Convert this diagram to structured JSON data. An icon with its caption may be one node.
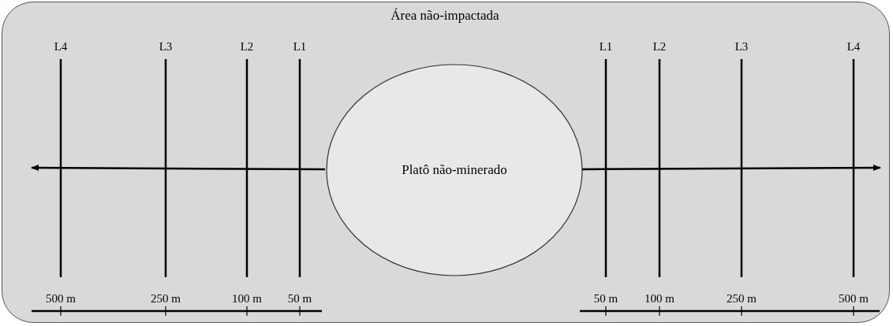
{
  "diagram": {
    "nodes": [
      {
        "text": [
          "Área não-impactada"
        ]
      },
      {
        "text": [
          "Platô não-minerado"
        ],
        "in": 0
      }
    ],
    "edges": [
      {
        "from": 1,
        "to": null,
        "arrow": "to"
      },
      {
        "from": 1,
        "to": null,
        "arrow": "to"
      }
    ],
    "labels": [
      "L4",
      "L3",
      "L2",
      "L1",
      "L1",
      "L2",
      "L3",
      "L4",
      "500 m",
      "250 m",
      "100 m",
      "50 m",
      "50 m",
      "100 m",
      "250 m",
      "500 m"
    ]
  }
}
